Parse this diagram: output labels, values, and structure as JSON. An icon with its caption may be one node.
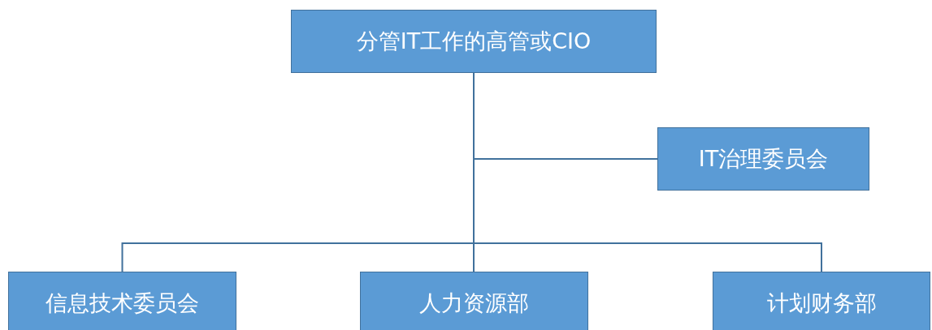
{
  "diagram": {
    "nodes": [
      {
        "text": [
          "分管IT工作的高管或CIO"
        ]
      },
      {
        "text": [
          "IT治理委员会"
        ]
      },
      {
        "text": [
          "信息技术委员会"
        ]
      },
      {
        "text": [
          "人力资源部"
        ]
      },
      {
        "text": [
          "计划财务部"
        ]
      }
    ],
    "edges": [
      {
        "from": 0,
        "to": 1,
        "arrow": "none"
      },
      {
        "from": 0,
        "to": 2,
        "arrow": "none"
      },
      {
        "from": 0,
        "to": 3,
        "arrow": "none"
      },
      {
        "from": 0,
        "to": 4,
        "arrow": "none"
      }
    ]
  }
}
